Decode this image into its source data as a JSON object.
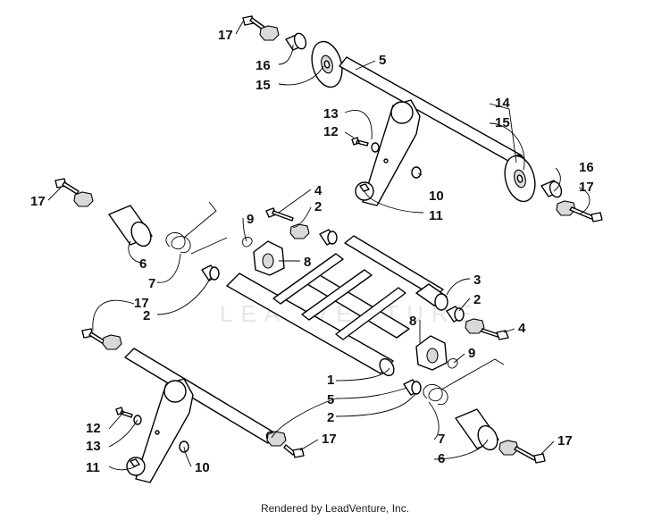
{
  "diagram": {
    "watermark": "LEADVENTURE",
    "labels": [
      "17",
      "16",
      "15",
      "5",
      "13",
      "12",
      "14",
      "15",
      "16",
      "17",
      "10",
      "11",
      "17",
      "4",
      "2",
      "9",
      "8",
      "6",
      "7",
      "2",
      "17",
      "3",
      "2",
      "8",
      "4",
      "9",
      "1",
      "5",
      "2",
      "12",
      "13",
      "11",
      "10",
      "17",
      "7",
      "6",
      "17"
    ]
  },
  "footer": {
    "text": "Rendered by LeadVenture, Inc."
  }
}
